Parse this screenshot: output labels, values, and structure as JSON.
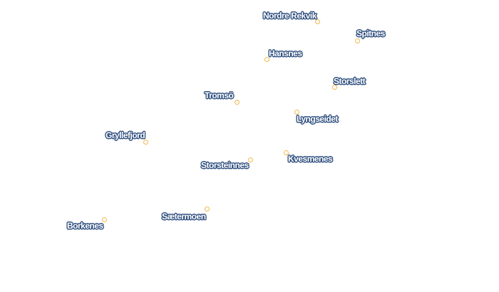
{
  "map": {
    "marker_color": "#f2b84b",
    "label_text_color": "#ffffff",
    "label_halo_color": "#2f4f7f",
    "places": [
      {
        "name": "Nordre Rekvik"
      },
      {
        "name": "Spitnes"
      },
      {
        "name": "Hansnes"
      },
      {
        "name": "Storslett"
      },
      {
        "name": "Tromsö"
      },
      {
        "name": "Lyngseidet"
      },
      {
        "name": "Gryllefjord"
      },
      {
        "name": "Storsteinnes"
      },
      {
        "name": "Kvesmenes"
      },
      {
        "name": "Sætermoen"
      },
      {
        "name": "Borkenes"
      }
    ]
  }
}
